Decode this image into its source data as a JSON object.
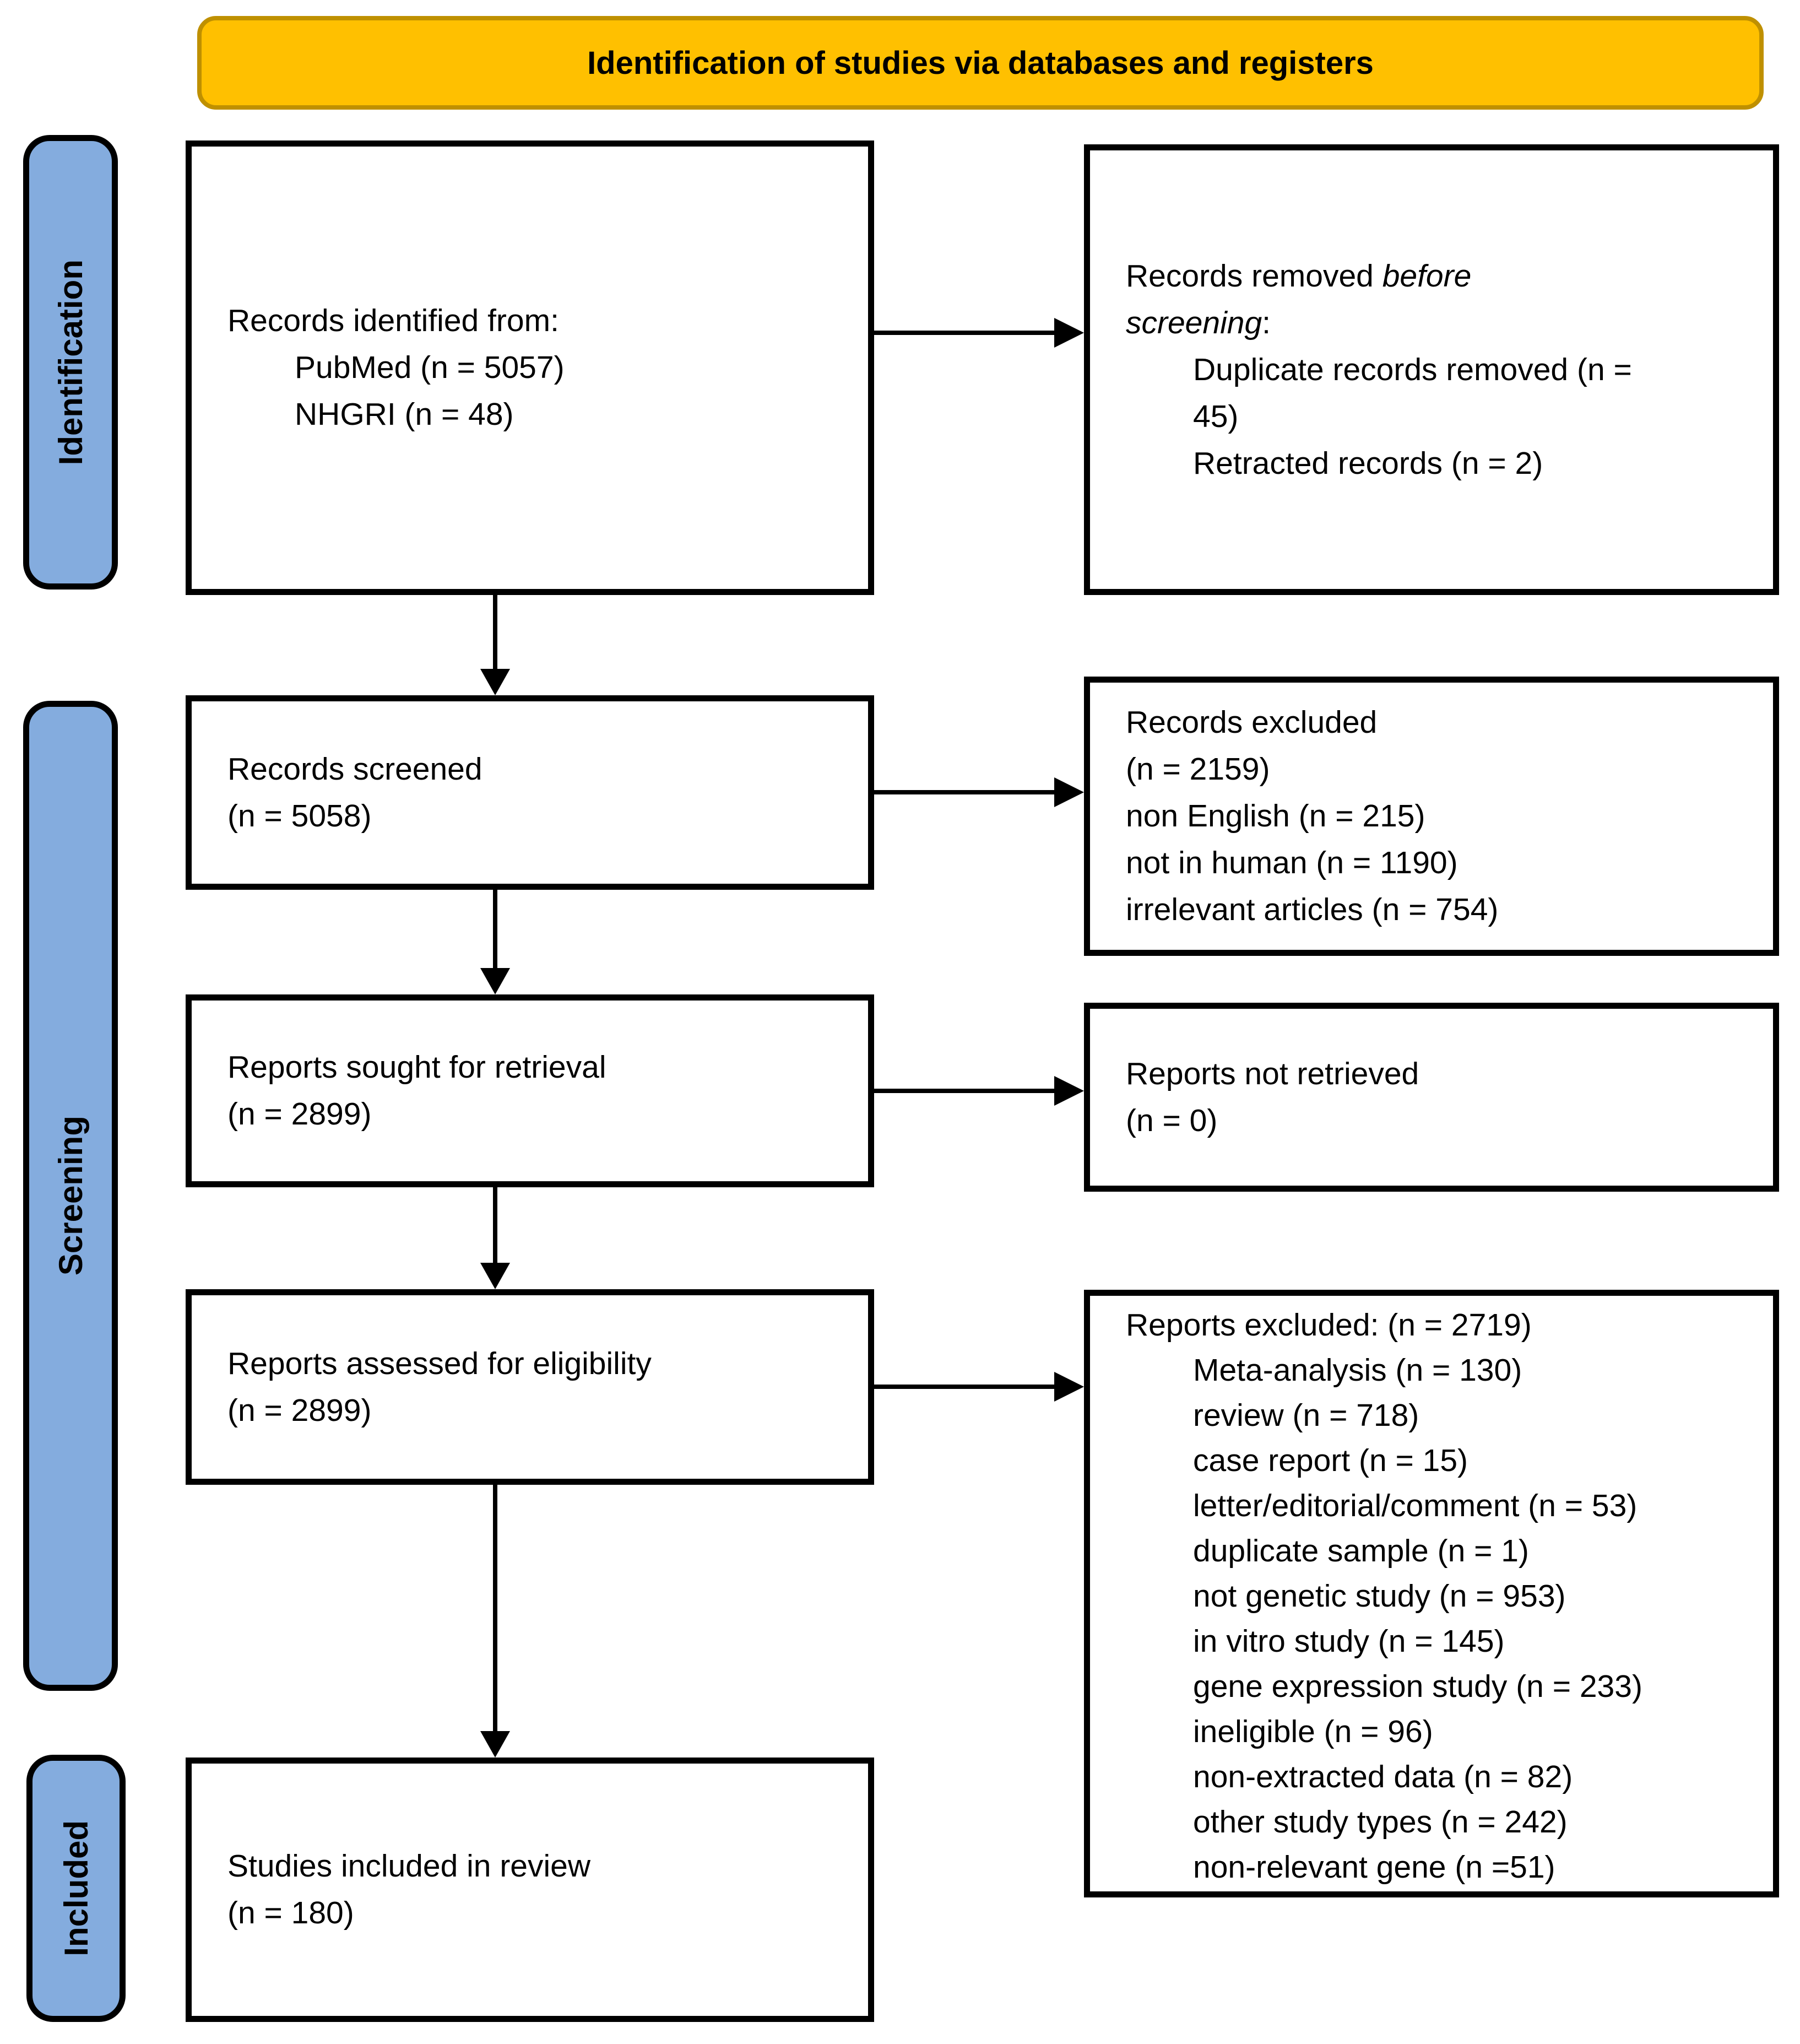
{
  "title_banner": {
    "label": "Identification of studies via databases and registers"
  },
  "stages": [
    {
      "label": "Identification"
    },
    {
      "label": "Screening"
    },
    {
      "label": "Included"
    }
  ],
  "colors": {
    "banner_fill": "#FFC000",
    "banner_border": "#BF9000",
    "stage_fill": "#84ACDE",
    "box_border": "#000000",
    "arrow": "#000000",
    "text": "#000000"
  },
  "boxes": {
    "records_identified": {
      "heading": "Records identified from:",
      "items": [
        "PubMed (n = 5057)",
        "NHGRI (n = 48)"
      ]
    },
    "records_removed": {
      "line1_prefix": "Records removed ",
      "line1_italic": "before",
      "line2_italic": "screening",
      "line2_suffix": ":",
      "items": [
        "Duplicate records removed (n = 45)",
        "Retracted records (n = 2)"
      ]
    },
    "records_screened": {
      "lines": [
        "Records screened",
        "(n = 5058)"
      ]
    },
    "records_excluded": {
      "lines": [
        "Records excluded",
        "(n = 2159)",
        "non English (n = 215)",
        "not in human (n = 1190)",
        "irrelevant articles (n = 754)"
      ]
    },
    "reports_sought": {
      "lines": [
        "Reports sought for retrieval",
        "(n = 2899)"
      ]
    },
    "reports_not_retrieved": {
      "lines": [
        "Reports not retrieved",
        "(n = 0)"
      ]
    },
    "reports_assessed": {
      "lines": [
        "Reports assessed for eligibility",
        "(n = 2899)"
      ]
    },
    "reports_excluded": {
      "heading": "Reports excluded: (n = 2719)",
      "items": [
        "Meta-analysis (n = 130)",
        "review (n = 718)",
        "case report (n = 15)",
        "letter/editorial/comment (n = 53)",
        "duplicate sample (n = 1)",
        "not genetic study (n = 953)",
        "in vitro study (n = 145)",
        "gene expression study (n = 233)",
        "ineligible (n = 96)",
        "non-extracted data (n = 82)",
        "other study types (n = 242)",
        "non-relevant gene (n =51)"
      ]
    },
    "studies_included": {
      "lines": [
        "Studies included in review",
        "(n = 180)"
      ]
    }
  }
}
